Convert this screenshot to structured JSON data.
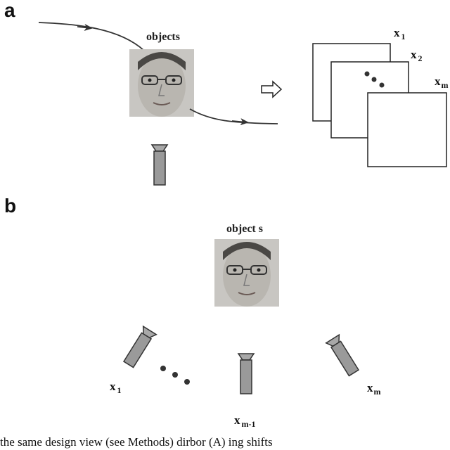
{
  "panel_a": {
    "letter": "a",
    "object_label": "objects",
    "frames": [
      {
        "var": "x",
        "sub": "1"
      },
      {
        "var": "x",
        "sub": "2"
      },
      {
        "var": "x",
        "sub": "m"
      }
    ]
  },
  "panel_b": {
    "letter": "b",
    "object_label": "object s",
    "cameras": [
      {
        "var": "x",
        "sub": "1"
      },
      {
        "var": "x",
        "sub": "m-1"
      },
      {
        "var": "x",
        "sub": "m"
      }
    ]
  },
  "caption": "the   same  design   view   (see   Methods)   dirbor   (A)   ing   shifts"
}
